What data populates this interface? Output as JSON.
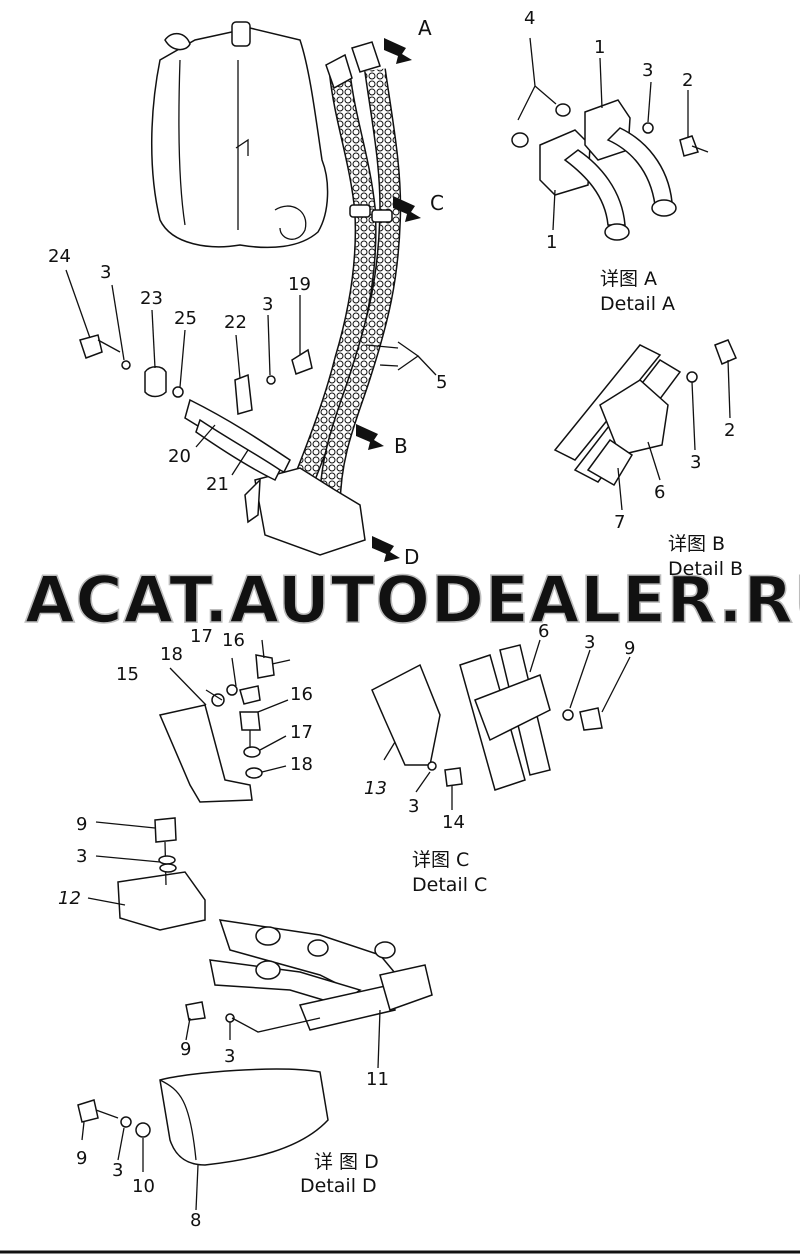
{
  "flow_arrows": {
    "a": "A",
    "b": "B",
    "c": "C",
    "d": "D"
  },
  "details": {
    "a": {
      "cn": "详图 A",
      "en": "Detail A"
    },
    "b": {
      "cn": "详图 B",
      "en": "Detail B"
    },
    "c": {
      "cn": "详图 C",
      "en": "Detail C"
    },
    "d": {
      "cn": "详 图 D",
      "en": "Detail D"
    }
  },
  "callouts": {
    "main_view": {
      "c24": "24",
      "c3a": "3",
      "c23": "23",
      "c25": "25",
      "c22": "22",
      "c3b": "3",
      "c19": "19",
      "c20": "20",
      "c21": "21",
      "c5": "5"
    },
    "detail_a": {
      "c4": "4",
      "c1a": "1",
      "c3": "3",
      "c2": "2",
      "c1b": "1"
    },
    "detail_b": {
      "c2": "2",
      "c3": "3",
      "c6": "6",
      "c7": "7"
    },
    "detail_c_left": {
      "c16a": "16",
      "c17a": "17",
      "c18a": "18",
      "c15": "15",
      "c16b": "16",
      "c17b": "17",
      "c18b": "18"
    },
    "detail_c_right": {
      "c6": "6",
      "c3a": "3",
      "c9": "9",
      "c13": "13",
      "c3b": "3",
      "c14": "14"
    },
    "detail_d": {
      "c9a": "9",
      "c3a": "3",
      "c12": "12",
      "c9b": "9",
      "c3b": "3",
      "c11": "11",
      "c9c": "9",
      "c3c": "3",
      "c10": "10",
      "c8": "8"
    }
  },
  "watermark": "ACAT.AUTODEALER.RU"
}
